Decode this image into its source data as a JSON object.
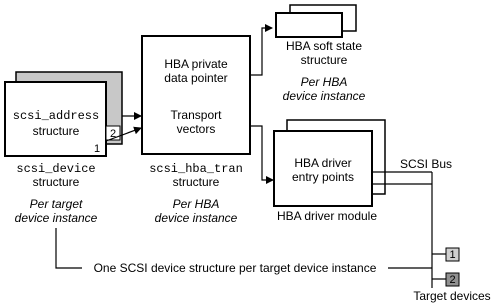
{
  "device_box": {
    "top_label": "scsi_address",
    "bottom_label": "structure",
    "badge_front": "1",
    "badge_back": "2",
    "name": "scsi_device",
    "name_suffix": "structure",
    "scope_line1": "Per target",
    "scope_line2": "device instance"
  },
  "tran_box": {
    "line1": "HBA private",
    "line2": "data pointer",
    "line3": "Transport",
    "line4": "vectors",
    "name": "scsi_hba_tran",
    "name_suffix": "structure",
    "scope_line1": "Per HBA",
    "scope_line2": "device instance"
  },
  "soft_state": {
    "line1": "HBA soft state",
    "line2": "structure",
    "scope_line1": "Per HBA",
    "scope_line2": "device instance"
  },
  "driver_box": {
    "line1": "HBA driver",
    "line2": "entry points",
    "caption": "HBA driver module"
  },
  "bus": {
    "label": "SCSI Bus"
  },
  "targets": {
    "item1": "1",
    "item2": "2",
    "caption": "Target devices"
  },
  "footer": {
    "text": "One SCSI device structure per target device instance"
  },
  "colors": {
    "back_card": "#c8c8c8",
    "target1": "#d0d0d0",
    "target2": "#909090",
    "line": "#000000"
  }
}
